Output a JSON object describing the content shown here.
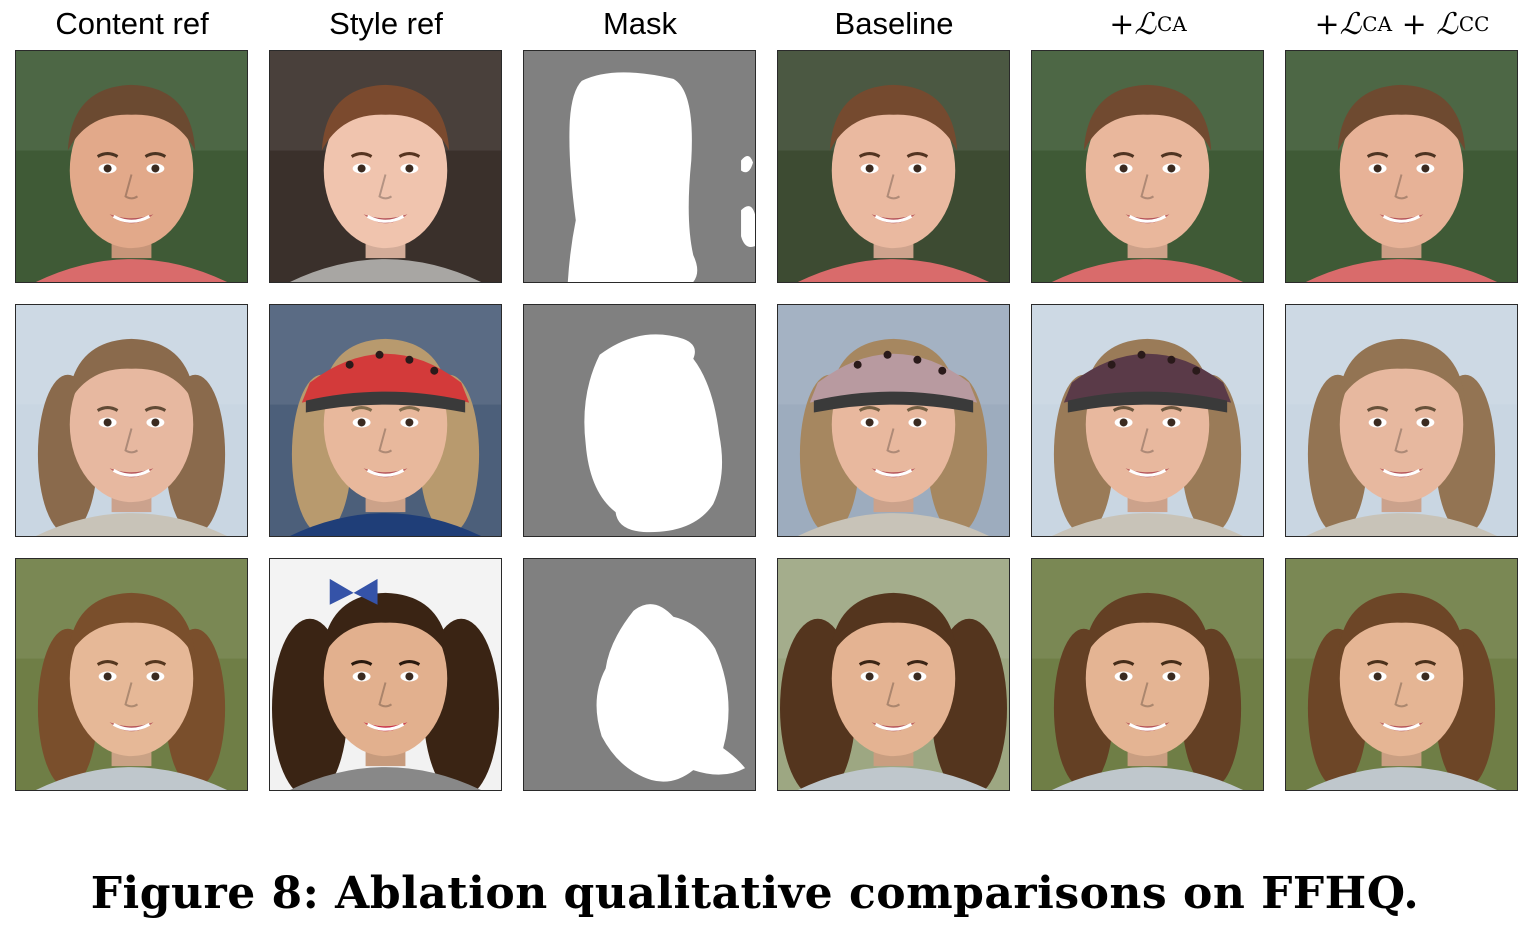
{
  "columns": [
    {
      "label": "Content ref"
    },
    {
      "label": "Style ref"
    },
    {
      "label": "Mask"
    },
    {
      "label": "Baseline"
    },
    {
      "prefix": "+",
      "script": "ℒ",
      "sub": "CA"
    },
    {
      "prefix": "+",
      "script": "ℒ",
      "sub": "CA",
      "prefix2": " + ",
      "script2": "ℒ",
      "sub2": "CC"
    }
  ],
  "rows": [
    {
      "subject": "young man smiling outdoors",
      "bg": "#3f5a36",
      "skin": "#e2a98a",
      "hair": "#6b4a31",
      "shirt": "#d96b6b"
    },
    {
      "subject": "girl smiling",
      "bg": "#c9d6e2",
      "skin": "#e7b8a0",
      "hair": "#8a6a4c",
      "shirt": "#c8c3b8"
    },
    {
      "subject": "young woman with bangs",
      "bg": "#6f7e46",
      "skin": "#e6b897",
      "hair": "#7a4f2c",
      "shirt": "#bfc7cc"
    }
  ],
  "style_refs": [
    {
      "subject": "boy with red hair",
      "bg": "#3a302b",
      "skin": "#f0c4ae",
      "hair": "#7b4a2e",
      "shirt": "#a8a6a3"
    },
    {
      "subject": "child with red cap",
      "bg": "#4c5f7a",
      "skin": "#e8b89c",
      "hair": "#b89a6e",
      "cap": "#d33a3a",
      "shirt": "#1f3e78"
    },
    {
      "subject": "girl with curly hair",
      "bg": "#f2f2f2",
      "skin": "#e2b08e",
      "hair": "#3a2414",
      "bow": "#3553a8",
      "lip": "#c8304a"
    }
  ],
  "caption": "Figure 8: Ablation qualitative comparisons on FFHQ.",
  "colors": {
    "mask_bg": "#808080",
    "mask_fg": "#ffffff",
    "border": "#2a2a2a"
  }
}
